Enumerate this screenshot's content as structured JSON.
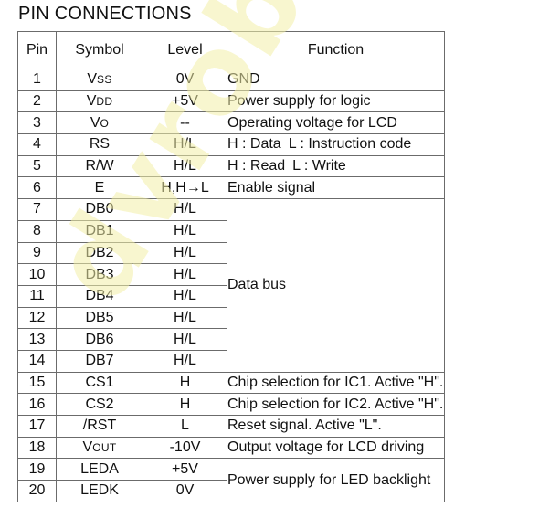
{
  "title": "PIN CONNECTIONS",
  "headers": {
    "pin": "Pin",
    "symbol": "Symbol",
    "level": "Level",
    "function": "Function"
  },
  "rows": [
    {
      "pin": "1",
      "sym_main": "V",
      "sym_sub": "SS",
      "level": "0V",
      "func": "GND"
    },
    {
      "pin": "2",
      "sym_main": "V",
      "sym_sub": "DD",
      "level": "+5V",
      "func": "Power supply for logic"
    },
    {
      "pin": "3",
      "sym_main": "V",
      "sym_sub": "O",
      "level": "--",
      "func": "Operating voltage for LCD"
    },
    {
      "pin": "4",
      "sym": "RS",
      "level": "H/L",
      "func_a": "H : Data",
      "func_b": "L : Instruction code"
    },
    {
      "pin": "5",
      "sym": "R/W",
      "level": "H/L",
      "func_a": "H : Read",
      "func_b": "L : Write"
    },
    {
      "pin": "6",
      "sym": "E",
      "level": "H,H→L",
      "func": "Enable signal"
    },
    {
      "pin": "7",
      "sym": "DB0",
      "level": "H/L"
    },
    {
      "pin": "8",
      "sym": "DB1",
      "level": "H/L"
    },
    {
      "pin": "9",
      "sym": "DB2",
      "level": "H/L"
    },
    {
      "pin": "10",
      "sym": "DB3",
      "level": "H/L"
    },
    {
      "pin": "11",
      "sym": "DB4",
      "level": "H/L"
    },
    {
      "pin": "12",
      "sym": "DB5",
      "level": "H/L"
    },
    {
      "pin": "13",
      "sym": "DB6",
      "level": "H/L"
    },
    {
      "pin": "14",
      "sym": "DB7",
      "level": "H/L"
    },
    {
      "pin": "15",
      "sym": "CS1",
      "level": "H",
      "func": "Chip selection for IC1. Active \"H\"."
    },
    {
      "pin": "16",
      "sym": "CS2",
      "level": "H",
      "func": "Chip selection for IC2. Active \"H\"."
    },
    {
      "pin": "17",
      "sym": "/RST",
      "level": "L",
      "func": "Reset signal. Active \"L\"."
    },
    {
      "pin": "18",
      "sym_main": "V",
      "sym_sub": "OUT",
      "level": "-10V",
      "func": "Output voltage for LCD driving"
    },
    {
      "pin": "19",
      "sym": "LEDA",
      "level": "+5V"
    },
    {
      "pin": "20",
      "sym": "LEDK",
      "level": "0V"
    }
  ],
  "merged": {
    "data_bus": "Data bus",
    "led_backlight": "Power supply for LED backlight"
  },
  "watermark": "dvrobot.ru",
  "colors": {
    "watermark": "#f3f0a8",
    "border": "#6b6b6b"
  }
}
